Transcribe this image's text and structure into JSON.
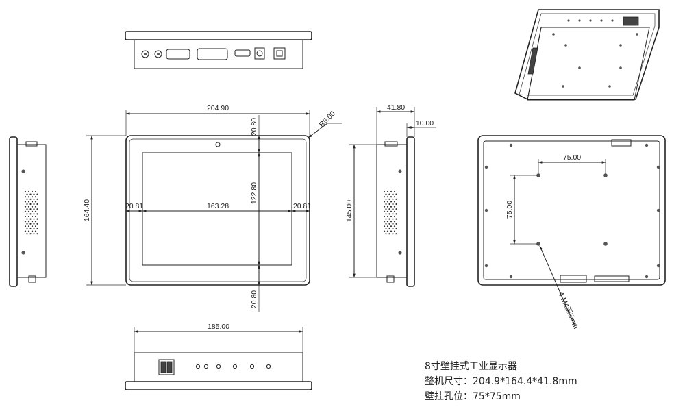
{
  "dimensions": {
    "front_width": "204.90",
    "front_height": "164.40",
    "top_bezel": "20.80",
    "screen_height": "122.80",
    "bottom_bezel": "20.80",
    "left_bezel": "20.81",
    "screen_width": "163.28",
    "right_bezel": "20.81",
    "corner_radius": "R5.00",
    "depth": "41.80",
    "flange": "10.00",
    "side_height": "145.00",
    "bottom_width": "185.00",
    "vesa_horizontal": "75.00",
    "vesa_vertical": "75.00",
    "screw_note": "4-M4深5mm"
  },
  "spec": {
    "title": "8寸壁挂式工业显示器",
    "size_line": "整机尺寸：204.9*164.4*41.8mm",
    "vesa_line": "壁挂孔位：75*75mm"
  }
}
